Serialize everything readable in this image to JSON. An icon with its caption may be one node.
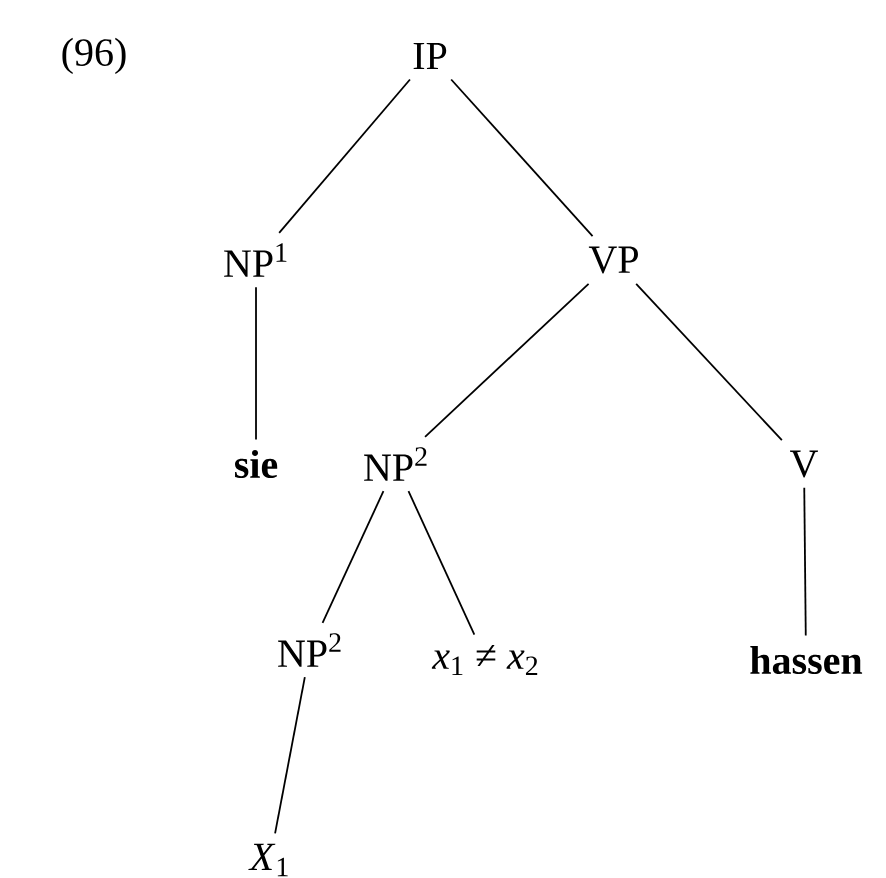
{
  "diagram": {
    "nodes": [
      {
        "text": [
          "IP"
        ]
      },
      {
        "text": [
          "NP$^{1}$"
        ]
      },
      {
        "text": [
          "VP"
        ]
      },
      {
        "text": [
          "sie"
        ]
      },
      {
        "text": [
          "NP$^{2}$"
        ]
      },
      {
        "text": [
          "V"
        ]
      },
      {
        "text": [
          "NP$^{2}$"
        ]
      },
      {
        "text": [
          "*x*$_{1}$ ≠ *x*$_{2}$"
        ]
      },
      {
        "text": [
          "hassen"
        ]
      },
      {
        "text": [
          "*X*$_{1}$"
        ]
      }
    ],
    "edges": [
      {
        "from": 0,
        "to": 1,
        "arrow": "none"
      },
      {
        "from": 0,
        "to": 2,
        "arrow": "none"
      },
      {
        "from": 1,
        "to": 3,
        "arrow": "none"
      },
      {
        "from": 2,
        "to": 4,
        "arrow": "none"
      },
      {
        "from": 2,
        "to": 5,
        "arrow": "none"
      },
      {
        "from": 5,
        "to": 8,
        "arrow": "none"
      },
      {
        "from": 4,
        "to": 6,
        "arrow": "none"
      },
      {
        "from": 4,
        "to": 7,
        "arrow": "none"
      },
      {
        "from": 6,
        "to": 9,
        "arrow": "none"
      }
    ],
    "labels": [
      "(96)"
    ]
  }
}
